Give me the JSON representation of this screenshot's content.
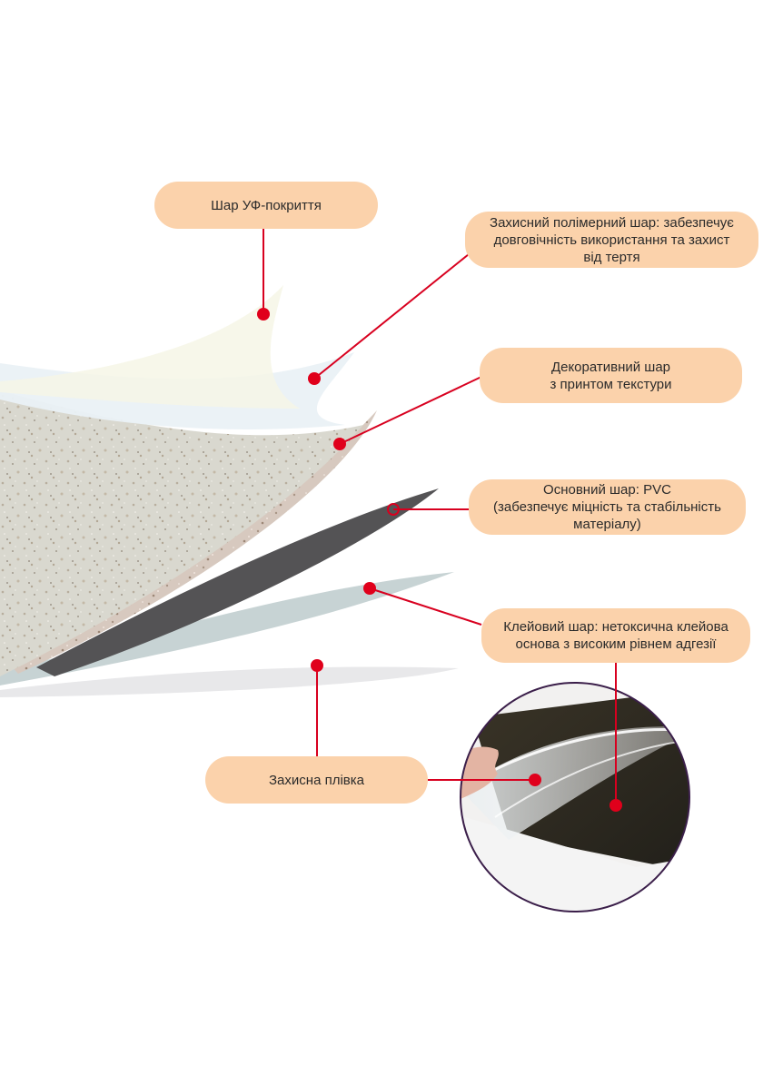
{
  "labels": {
    "uv_layer": "Шар УФ-покриття",
    "polymer_layer": "Захисний полімерний шар: забезпечує\nдовговічність використання та захист\nвід тертя",
    "decorative_layer": "Декоративний шар\nз принтом текстури",
    "base_layer": "Основний шар: PVC\n(забезпечує міцність та стабільність\nматеріалу)",
    "adhesive_layer": "Клейовий шар: нетоксична клейова\nоснова з високим рівнем адгезії",
    "protective_film": "Захисна  плівка"
  },
  "colors": {
    "pill_background": "#fbd2ab",
    "leader_line": "#d8001f",
    "marker_dot": "#e0001b",
    "inset_border": "#3b1f4a"
  }
}
